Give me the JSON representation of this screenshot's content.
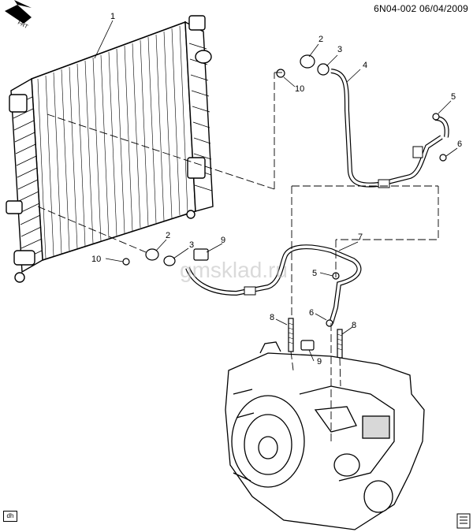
{
  "header": {
    "diagram_id": "6N04-002",
    "date": "06/04/2009"
  },
  "front_indicator": "FRT",
  "watermark": "gmsklad.ru",
  "corner_tag": "dh",
  "callouts": {
    "c1": "1",
    "c2a": "2",
    "c3a": "3",
    "c4": "4",
    "c10a": "10",
    "c5a": "5",
    "c6a": "6",
    "c2b": "2",
    "c3b": "3",
    "c9a": "9",
    "c10b": "10",
    "c7": "7",
    "c5b": "5",
    "c8a": "8",
    "c6b": "6",
    "c8b": "8",
    "c9b": "9"
  },
  "colors": {
    "line": "#000000",
    "fill": "#ffffff",
    "watermark": "#bdbdbd"
  }
}
